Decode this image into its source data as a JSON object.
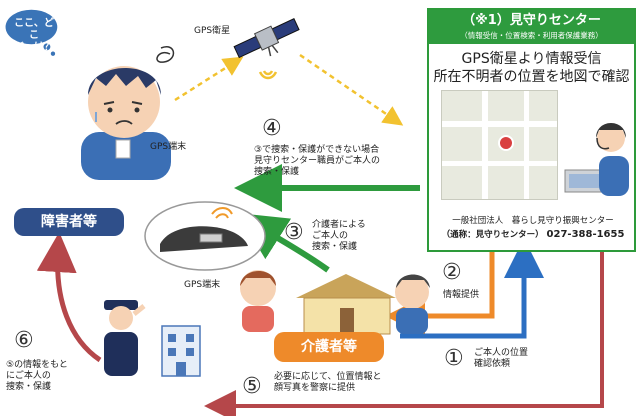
{
  "bubble": {
    "text_line1": "ここ、どこ",
    "text_line2": "だっけ？"
  },
  "labels": {
    "gps_satellite": "GPS衛星",
    "gps_terminal_person": "GPS端末",
    "gps_terminal_shoe": "GPS端末"
  },
  "center": {
    "title": "（※1）見守りセンター",
    "subtitle": "（情報受信・位置検索・利用者保護業務）",
    "line1": "GPS衛星より情報受信",
    "line2": "所在不明者の位置を地図で確認",
    "org_line1": "一般社団法人　暮らし見守り振興センター",
    "org_line2_prefix": "（通称：見守りセンター）",
    "phone": "027-388-1655"
  },
  "nodes": {
    "disabled_person": "障害者等",
    "caregiver": "介護者等"
  },
  "steps": {
    "s1": {
      "num": "①",
      "line1": "ご本人の位置",
      "line2": "確認依頼"
    },
    "s2": {
      "num": "②",
      "line1": "情報提供"
    },
    "s3": {
      "num": "③",
      "line1": "介護者による",
      "line2": "ご本人の",
      "line3": "捜索・保護"
    },
    "s4": {
      "num": "④",
      "line1": "③で捜索・保護ができない場合",
      "line2": "見守りセンター職員がご本人の",
      "line3": "捜索・保護"
    },
    "s5": {
      "num": "⑤",
      "line1": "必要に応じて、位置情報と",
      "line2": "顔写真を警察に提供"
    },
    "s6": {
      "num": "⑥",
      "line1": "⑤の情報をもと",
      "line2": "にご本人の",
      "line3": "捜索・保護"
    }
  },
  "colors": {
    "green": "#2e9b3e",
    "orange": "#ee8a2a",
    "navy": "#2f4f8a",
    "red_arrow": "#b5474a",
    "yellow_dash": "#f2c230",
    "blue_arrow": "#2c6fc2"
  }
}
